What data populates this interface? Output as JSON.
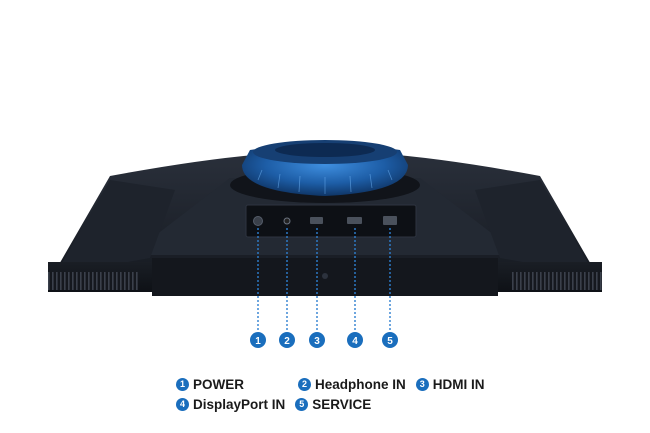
{
  "ports": [
    {
      "number": "1",
      "label": "POWER"
    },
    {
      "number": "2",
      "label": "Headphone IN"
    },
    {
      "number": "3",
      "label": "HDMI IN"
    },
    {
      "number": "4",
      "label": "DisplayPort IN"
    },
    {
      "number": "5",
      "label": "SERVICE"
    }
  ],
  "colors": {
    "badge": "#1a6ebd",
    "monitor_body": "#1c212b",
    "stand_ring": "#1f5fa8",
    "callout_line": "#2f7fcf"
  }
}
